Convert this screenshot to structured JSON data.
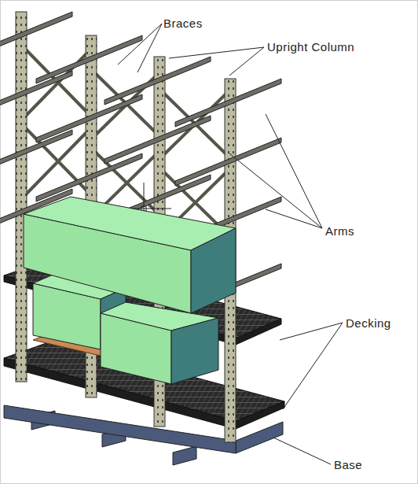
{
  "diagram": {
    "labels": [
      "Braces",
      "Upright Column",
      "Arms",
      "Decking",
      "Base"
    ]
  }
}
